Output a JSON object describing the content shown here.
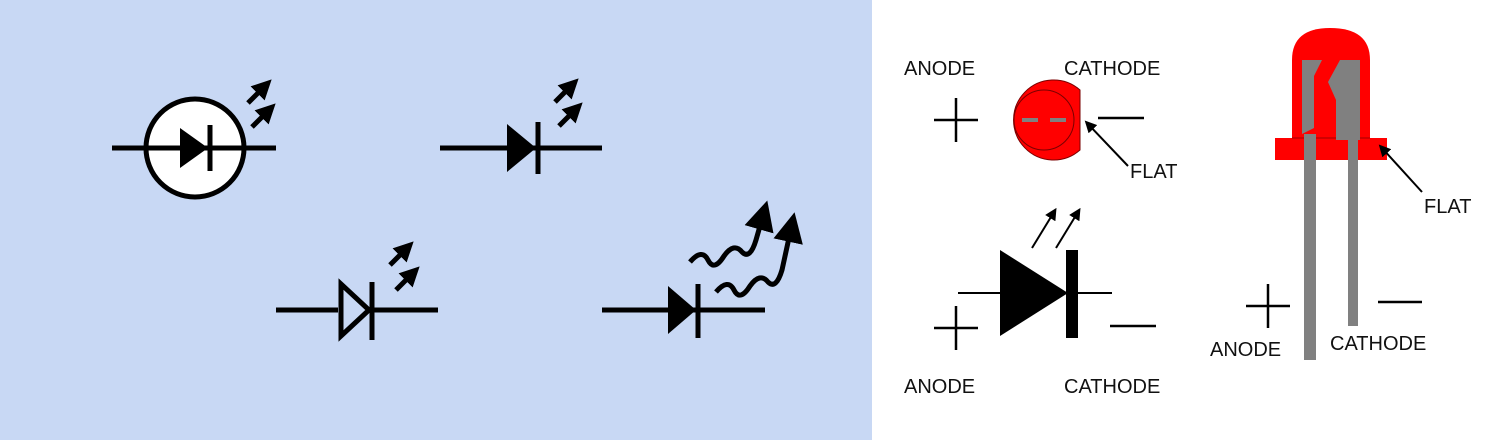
{
  "colors": {
    "left_panel_bg": "#c8d8f4",
    "right_panel_bg": "#ffffff",
    "symbol_stroke": "#000000",
    "led_body": "#ff0000",
    "led_lead": "#808080"
  },
  "led_top_view": {
    "anode_label": "ANODE",
    "cathode_label": "CATHODE",
    "anode_sign": "+",
    "cathode_sign": "—",
    "flat_label": "FLAT"
  },
  "led_schematic": {
    "anode_label": "ANODE",
    "cathode_label": "CATHODE",
    "anode_sign": "+",
    "cathode_sign": "—"
  },
  "led_side_view": {
    "flat_label": "FLAT",
    "anode_label": "ANODE",
    "cathode_label": "CATHODE",
    "anode_sign": "+",
    "cathode_sign": "—"
  }
}
